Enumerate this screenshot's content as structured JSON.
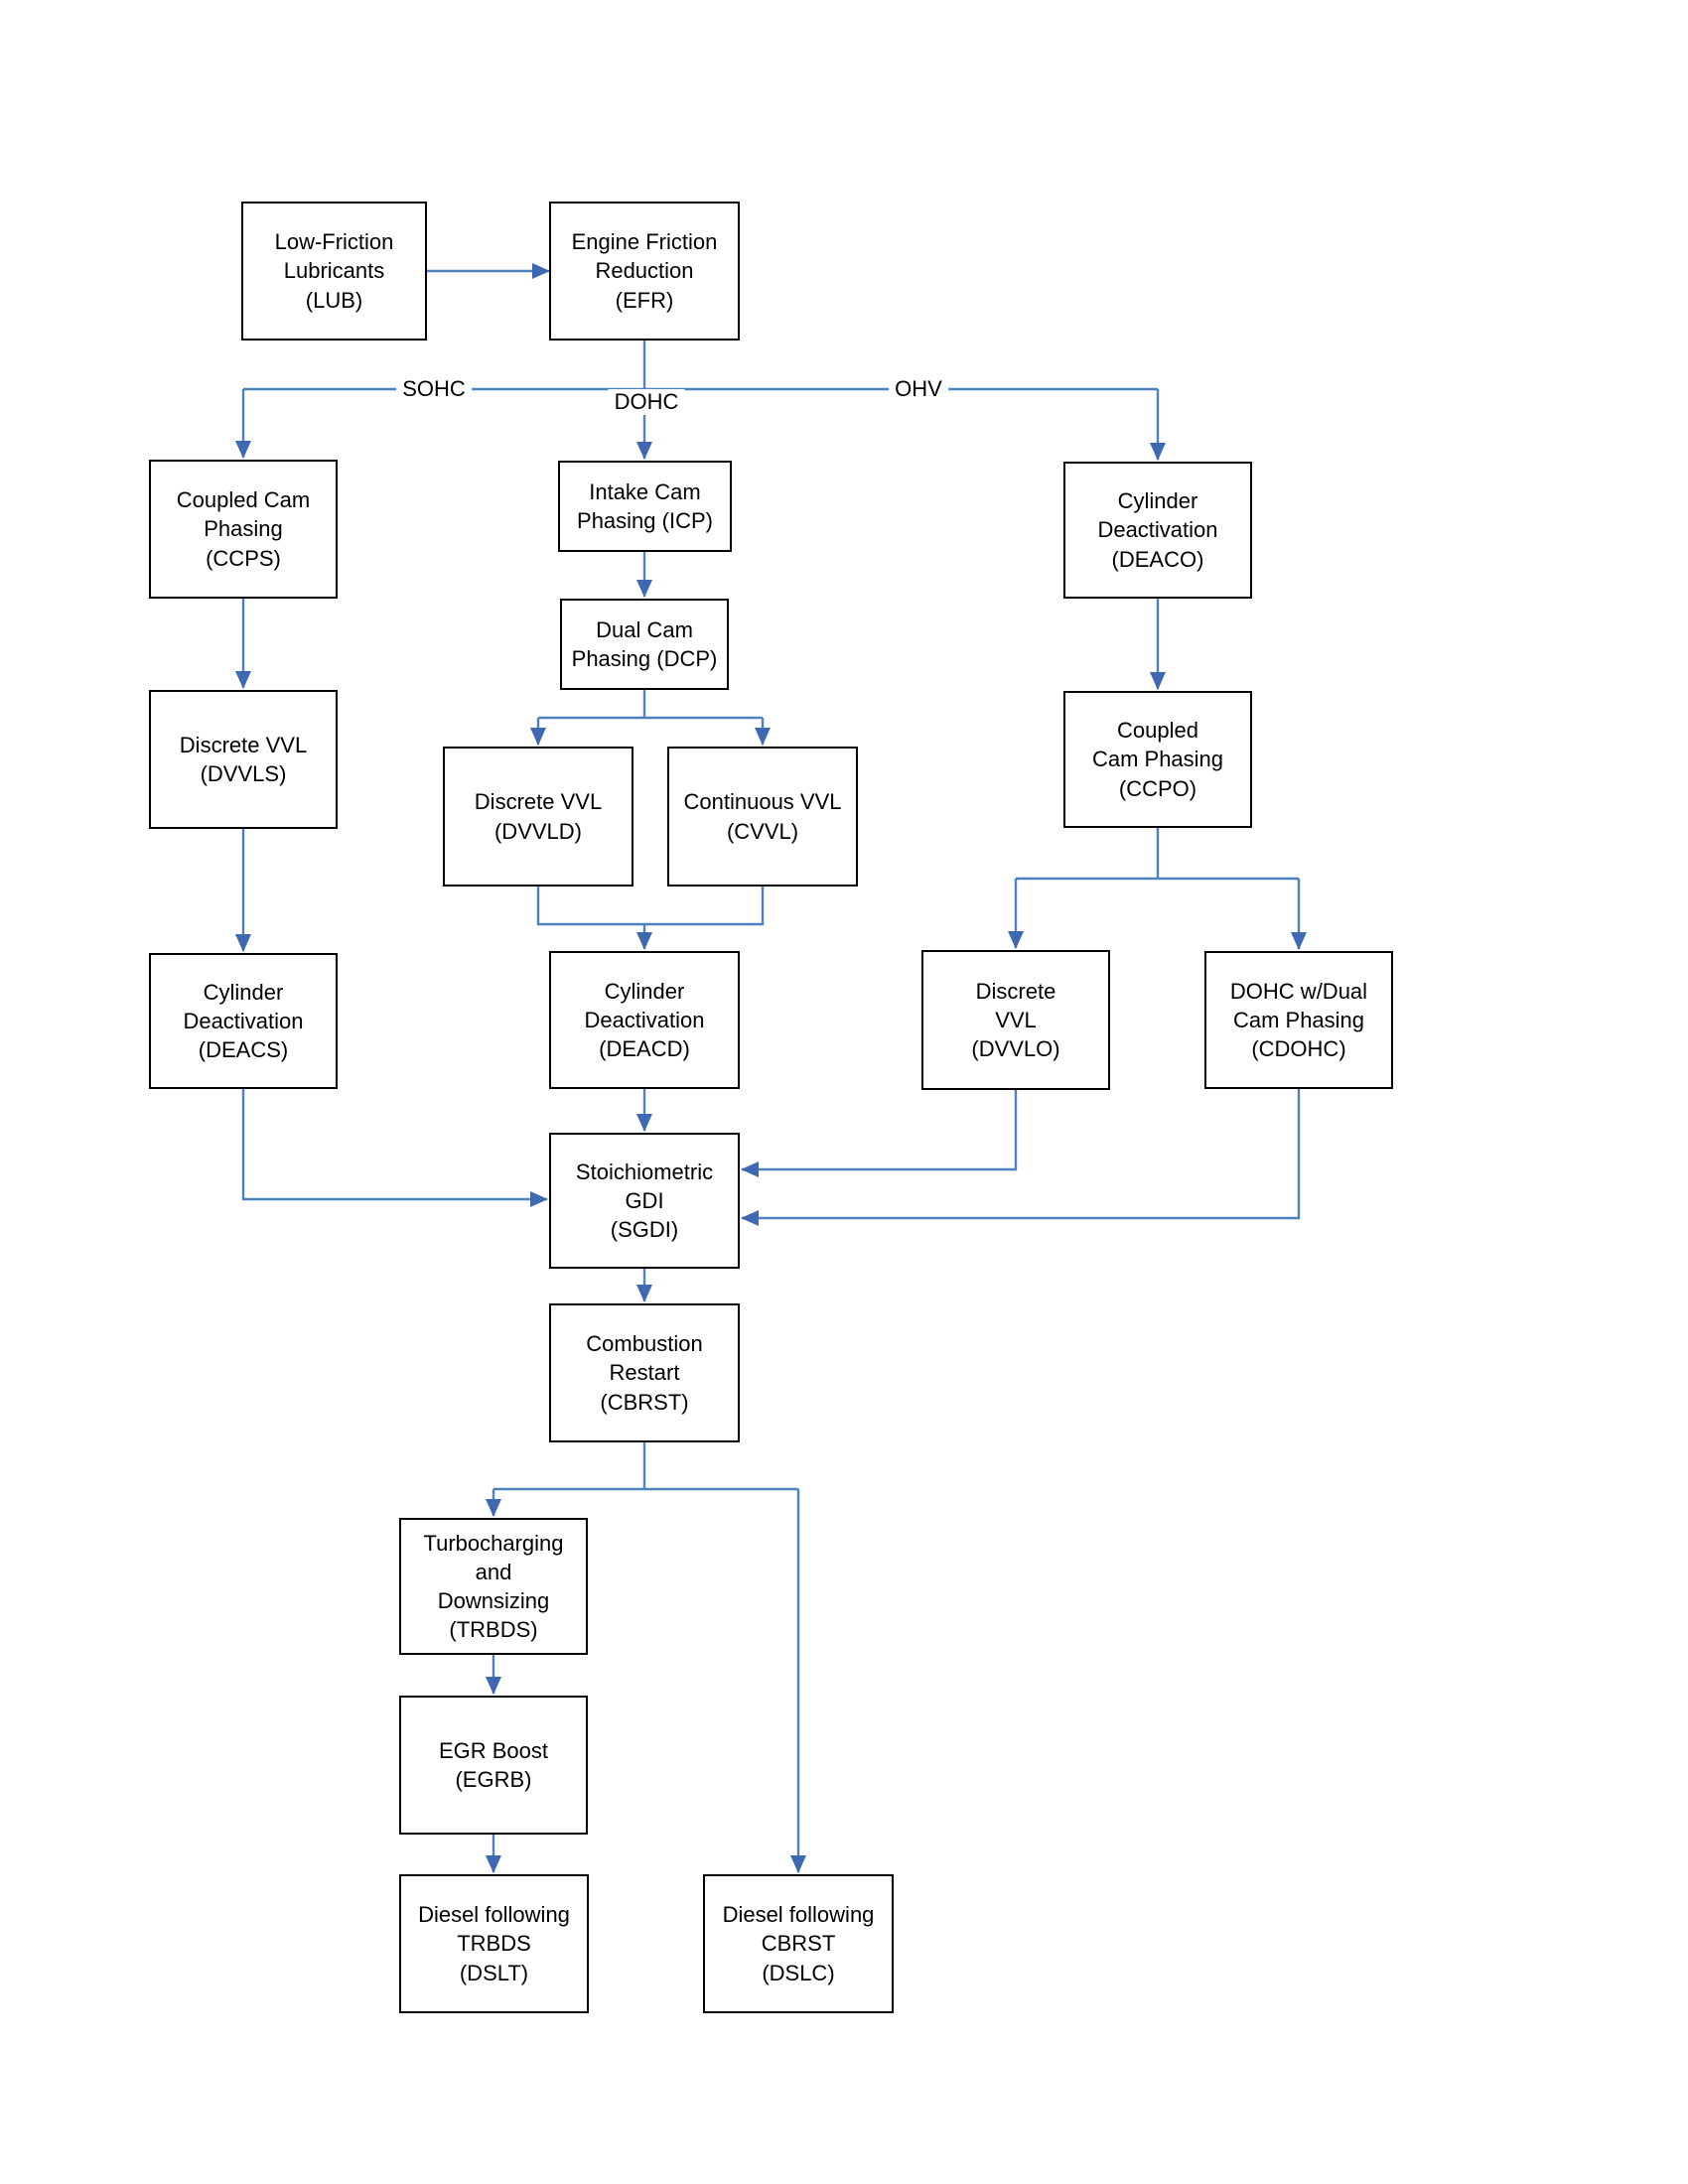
{
  "diagram": {
    "background": "#ffffff",
    "colors": {
      "connector": "#4f81bd",
      "arrowhead": "#3e68b2",
      "box_border": "#000000",
      "box_fill": "#ffffff",
      "text": "#000000"
    },
    "branch_labels": [
      {
        "id": "sohc",
        "label": "SOHC"
      },
      {
        "id": "dohc",
        "label": "DOHC"
      },
      {
        "id": "ohv",
        "label": "OHV"
      }
    ],
    "nodes": [
      {
        "id": "lub",
        "label": "Low-Friction\nLubricants\n(LUB)"
      },
      {
        "id": "efr",
        "label": "Engine Friction\nReduction\n(EFR)"
      },
      {
        "id": "ccps",
        "label": "Coupled Cam\nPhasing\n(CCPS)"
      },
      {
        "id": "icp",
        "label": "Intake Cam\nPhasing (ICP)"
      },
      {
        "id": "deaco",
        "label": "Cylinder\nDeactivation\n(DEACO)"
      },
      {
        "id": "dcp",
        "label": "Dual Cam\nPhasing (DCP)"
      },
      {
        "id": "dvvls",
        "label": "Discrete VVL\n(DVVLS)"
      },
      {
        "id": "ccpo",
        "label": "Coupled\nCam Phasing\n(CCPO)"
      },
      {
        "id": "dvvld",
        "label": "Discrete VVL\n(DVVLD)"
      },
      {
        "id": "cvvl",
        "label": "Continuous VVL\n(CVVL)"
      },
      {
        "id": "deacs",
        "label": "Cylinder\nDeactivation\n(DEACS)"
      },
      {
        "id": "deacd",
        "label": "Cylinder\nDeactivation\n(DEACD)"
      },
      {
        "id": "dvvlo",
        "label": "Discrete\nVVL\n(DVVLO)"
      },
      {
        "id": "cdohc",
        "label": "DOHC w/Dual\nCam Phasing\n(CDOHC)"
      },
      {
        "id": "sgdi",
        "label": "Stoichiometric\nGDI\n(SGDI)"
      },
      {
        "id": "cbrst",
        "label": "Combustion\nRestart\n(CBRST)"
      },
      {
        "id": "trbds",
        "label": "Turbocharging\nand\nDownsizing\n(TRBDS)"
      },
      {
        "id": "egrb",
        "label": "EGR Boost\n(EGRB)"
      },
      {
        "id": "dslt",
        "label": "Diesel following\nTRBDS\n(DSLT)"
      },
      {
        "id": "dslc",
        "label": "Diesel following\nCBRST\n(DSLC)"
      }
    ],
    "edges": [
      {
        "from": "lub",
        "to": "efr"
      },
      {
        "from": "efr",
        "to": "ccps",
        "label": "SOHC"
      },
      {
        "from": "efr",
        "to": "icp",
        "label": "DOHC"
      },
      {
        "from": "efr",
        "to": "deaco",
        "label": "OHV"
      },
      {
        "from": "ccps",
        "to": "dvvls"
      },
      {
        "from": "dvvls",
        "to": "deacs"
      },
      {
        "from": "icp",
        "to": "dcp"
      },
      {
        "from": "dcp",
        "to": "dvvld"
      },
      {
        "from": "dcp",
        "to": "cvvl"
      },
      {
        "from": "dvvld",
        "to": "deacd"
      },
      {
        "from": "cvvl",
        "to": "deacd"
      },
      {
        "from": "deaco",
        "to": "ccpo"
      },
      {
        "from": "ccpo",
        "to": "dvvlo"
      },
      {
        "from": "ccpo",
        "to": "cdohc"
      },
      {
        "from": "deacs",
        "to": "sgdi"
      },
      {
        "from": "deacd",
        "to": "sgdi"
      },
      {
        "from": "dvvlo",
        "to": "sgdi"
      },
      {
        "from": "cdohc",
        "to": "sgdi"
      },
      {
        "from": "sgdi",
        "to": "cbrst"
      },
      {
        "from": "cbrst",
        "to": "trbds"
      },
      {
        "from": "cbrst",
        "to": "dslc"
      },
      {
        "from": "trbds",
        "to": "egrb"
      },
      {
        "from": "egrb",
        "to": "dslt"
      }
    ]
  }
}
